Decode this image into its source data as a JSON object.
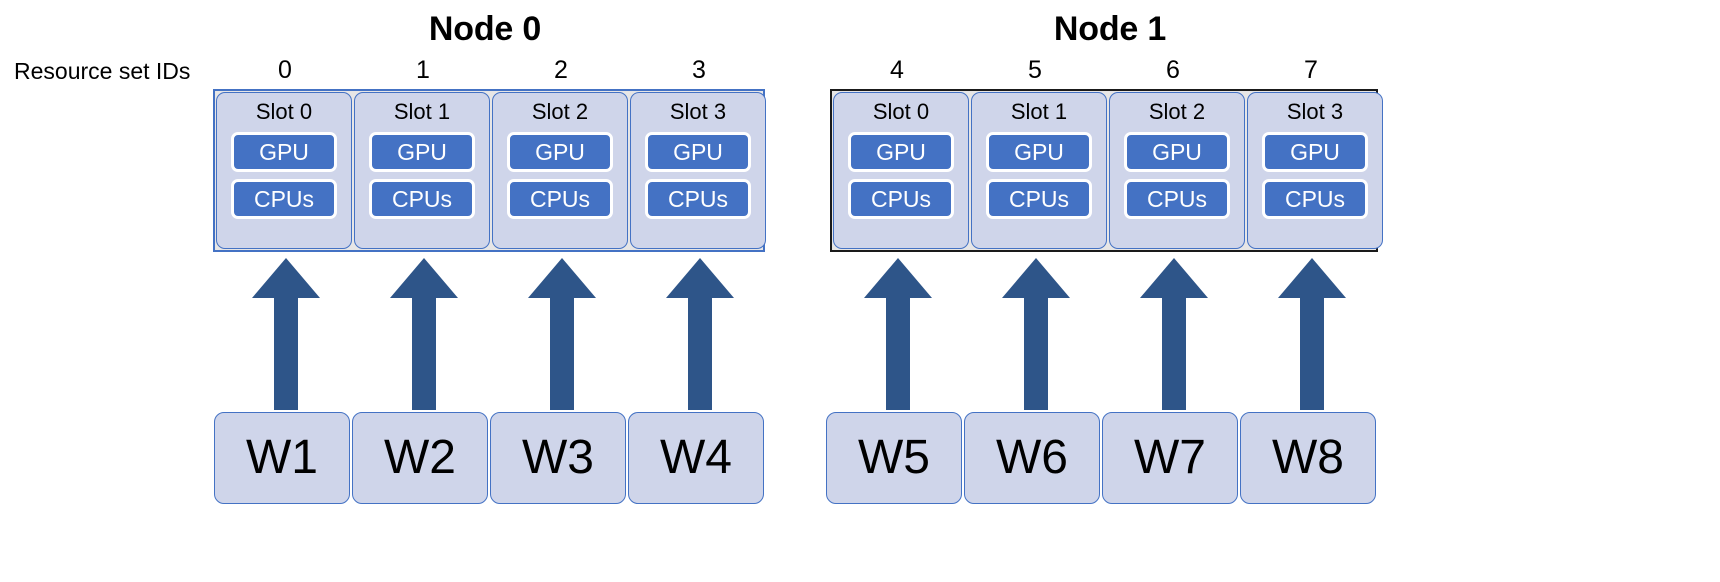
{
  "diagram": {
    "title_left": "Node 0",
    "title_right": "Node 1",
    "resource_set_label": "Resource set IDs",
    "colors": {
      "slot_fill": "#CFD5EA",
      "slot_border": "#4472C4",
      "resource_fill": "#4472C4",
      "resource_text": "#FFFFFF",
      "node_fill": "#E7E6E6",
      "node_border_left": "#4472C4",
      "node_border_right": "#1A1A1A",
      "arrow_fill": "#2E5589",
      "worker_fill": "#CFD5EA",
      "worker_border": "#4472C4",
      "background": "#FFFFFF"
    }
  },
  "nodes": [
    {
      "title": "Node 0",
      "border_style": "blue",
      "slots": [
        {
          "resource_set_id": "0",
          "slot_label": "Slot 0",
          "resources": [
            "GPU",
            "CPUs"
          ],
          "worker": "W1"
        },
        {
          "resource_set_id": "1",
          "slot_label": "Slot 1",
          "resources": [
            "GPU",
            "CPUs"
          ],
          "worker": "W2"
        },
        {
          "resource_set_id": "2",
          "slot_label": "Slot 2",
          "resources": [
            "GPU",
            "CPUs"
          ],
          "worker": "W3"
        },
        {
          "resource_set_id": "3",
          "slot_label": "Slot 3",
          "resources": [
            "GPU",
            "CPUs"
          ],
          "worker": "W4"
        }
      ]
    },
    {
      "title": "Node 1",
      "border_style": "black",
      "slots": [
        {
          "resource_set_id": "4",
          "slot_label": "Slot 0",
          "resources": [
            "GPU",
            "CPUs"
          ],
          "worker": "W5"
        },
        {
          "resource_set_id": "5",
          "slot_label": "Slot 1",
          "resources": [
            "GPU",
            "CPUs"
          ],
          "worker": "W6"
        },
        {
          "resource_set_id": "6",
          "slot_label": "Slot 2",
          "resources": [
            "GPU",
            "CPUs"
          ],
          "worker": "W7"
        },
        {
          "resource_set_id": "7",
          "slot_label": "Slot 3",
          "resources": [
            "GPU",
            "CPUs"
          ],
          "worker": "W8"
        }
      ]
    }
  ],
  "resource_names": {
    "gpu": "GPU",
    "cpus": "CPUs"
  },
  "arrows": {
    "count": 8,
    "direction": "up",
    "meaning": "worker maps to resource set"
  }
}
